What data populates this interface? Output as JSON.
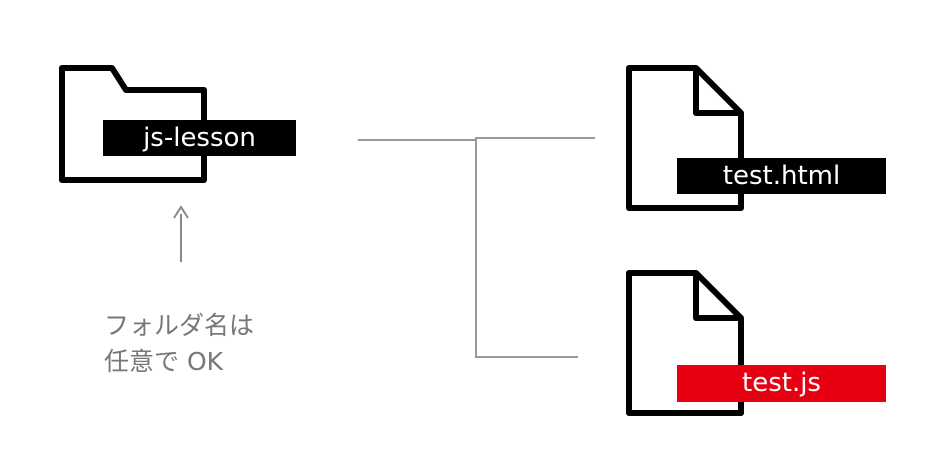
{
  "folder": {
    "name": "js-lesson",
    "icon": "folder-icon"
  },
  "files": [
    {
      "name": "test.html",
      "icon": "file-icon",
      "label_color": "#000000"
    },
    {
      "name": "test.js",
      "icon": "file-icon",
      "label_color": "#e60012"
    }
  ],
  "note": {
    "line1": "フォルダ名は",
    "line2": "任意で OK"
  },
  "colors": {
    "stroke": "#000000",
    "connector": "#999999",
    "arrow": "#888888",
    "note_text": "#777777",
    "accent": "#e60012"
  }
}
